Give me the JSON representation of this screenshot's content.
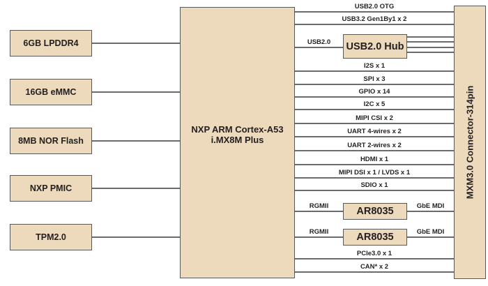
{
  "diagram_title": "i.MX8M Plus system-on-module block diagram",
  "colors": {
    "box_fill": "#edd9bc",
    "box_border": "#57585a",
    "line": "#6a6b6d",
    "text": "#231f20",
    "background": "#ffffff"
  },
  "left_modules": [
    {
      "label": "6GB LPDDR4"
    },
    {
      "label": "16GB eMMC"
    },
    {
      "label": "8MB NOR Flash"
    },
    {
      "label": "NXP PMIC"
    },
    {
      "label": "TPM2.0"
    }
  ],
  "cpu": {
    "line1": "NXP ARM Cortex-A53",
    "line2": "i.MX8M Plus"
  },
  "connector": {
    "label": "MXM3.0 Connector-314pin"
  },
  "usb_hub": {
    "input_label": "USB2.0",
    "label": "USB2.0 Hub",
    "output_line_count": 4
  },
  "ethernet_phys": [
    {
      "input_label": "RGMII",
      "label": "AR8035",
      "output_label": "GbE MDI"
    },
    {
      "input_label": "RGMII",
      "label": "AR8035",
      "output_label": "GbE MDI"
    }
  ],
  "signals": [
    {
      "label": "USB2.0 OTG"
    },
    {
      "label": "USB3.2 Gen1By1 x 2"
    },
    {
      "label": "I2S x 1"
    },
    {
      "label": "SPI x 3"
    },
    {
      "label": "GPIO x 14"
    },
    {
      "label": "I2C x 5"
    },
    {
      "label": "MIPI CSI x 2"
    },
    {
      "label": "UART 4-wires x 2"
    },
    {
      "label": "UART 2-wires x 2"
    },
    {
      "label": "HDMI x 1"
    },
    {
      "label": "MIPI DSI x 1 / LVDS x 1"
    },
    {
      "label": "SDIO x 1"
    },
    {
      "label": "PCIe3.0 x 1"
    },
    {
      "label": "CAN* x 2"
    }
  ]
}
